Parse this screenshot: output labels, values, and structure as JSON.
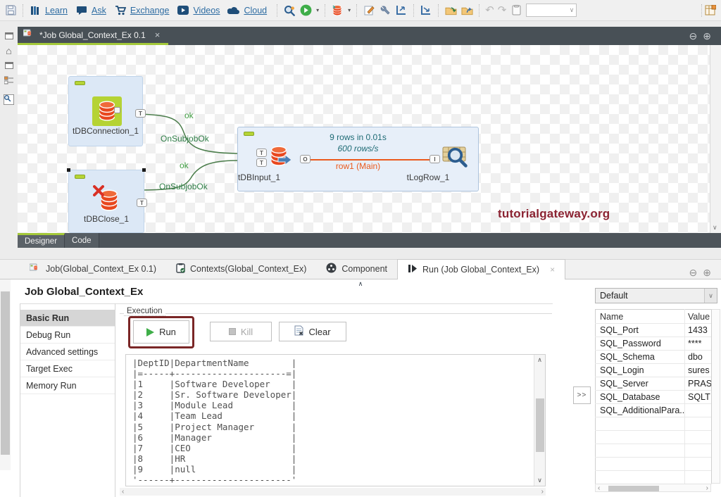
{
  "glyphs": {
    "minus_circle": "⊖",
    "plus_circle": "⊕",
    "close": "×",
    "chevron_up": "∧",
    "chevron_down": "∨",
    "chevron_left": "‹",
    "chevron_right": "›",
    "dropdown_arrow": "▾",
    "undo": "↶",
    "redo": "↷",
    "home": "⌂",
    "check": "✓"
  },
  "toolbar": {
    "links": [
      {
        "label": "Learn"
      },
      {
        "label": "Ask"
      },
      {
        "label": "Exchange"
      },
      {
        "label": "Videos"
      },
      {
        "label": "Cloud"
      }
    ]
  },
  "designer": {
    "tab_title": "*Job Global_Context_Ex 0.1",
    "view_tabs": {
      "designer": "Designer",
      "code": "Code"
    },
    "canvas": {
      "components": {
        "connection": "tDBConnection_1",
        "input": "tDBInput_1",
        "logrow": "tLogRow_1",
        "close": "tDBClose_1"
      },
      "links": [
        {
          "trigger": "ok",
          "type": "OnSubjobOk"
        },
        {
          "trigger": "ok",
          "type": "OnSubjobOk"
        }
      ],
      "flow": {
        "stats_rows": "9 rows in 0.01s",
        "stats_rate": "600 rows/s",
        "row_label": "row1 (Main)"
      },
      "ports": {
        "t": "T",
        "o": "O",
        "i": "I"
      },
      "watermark": "tutorialgateway.org"
    }
  },
  "bottom": {
    "tabs": [
      {
        "label": "Job(Global_Context_Ex 0.1)"
      },
      {
        "label": "Contexts(Global_Context_Ex)"
      },
      {
        "label": "Component"
      },
      {
        "label": "Run (Job Global_Context_Ex)"
      }
    ],
    "title": "Job Global_Context_Ex",
    "sidebar": [
      {
        "label": "Basic Run"
      },
      {
        "label": "Debug Run"
      },
      {
        "label": "Advanced settings"
      },
      {
        "label": "Target Exec"
      },
      {
        "label": "Memory Run"
      }
    ],
    "execution": {
      "legend": "Execution",
      "run": "Run",
      "kill": "Kill",
      "clear": "Clear",
      "console_lines": [
        "|DeptID|DepartmentName        |",
        "|=-----+---------------------=|",
        "|1     |Software Developer    |",
        "|2     |Sr. Software Developer|",
        "|3     |Module Lead           |",
        "|4     |Team Lead             |",
        "|5     |Project Manager       |",
        "|6     |Manager               |",
        "|7     |CEO                   |",
        "|8     |HR                    |",
        "|9     |null                  |",
        "'------+----------------------'"
      ]
    },
    "expand_button": ">>",
    "context": {
      "selected": "Default",
      "columns": {
        "name": "Name",
        "value": "Value"
      },
      "rows": [
        {
          "name": "SQL_Port",
          "value": "1433"
        },
        {
          "name": "SQL_Password",
          "value": "****"
        },
        {
          "name": "SQL_Schema",
          "value": "dbo"
        },
        {
          "name": "SQL_Login",
          "value": "sures"
        },
        {
          "name": "SQL_Server",
          "value": "PRAS"
        },
        {
          "name": "SQL_Database",
          "value": "SQLT"
        },
        {
          "name": "SQL_AdditionalPara...",
          "value": ""
        }
      ]
    }
  },
  "colors": {
    "accent_green": "#a4c939",
    "flow_orange": "#eb5a1d",
    "trigger_green": "#3f9b41",
    "watermark_red": "#8b2332",
    "annotation_red": "#7a2626"
  }
}
